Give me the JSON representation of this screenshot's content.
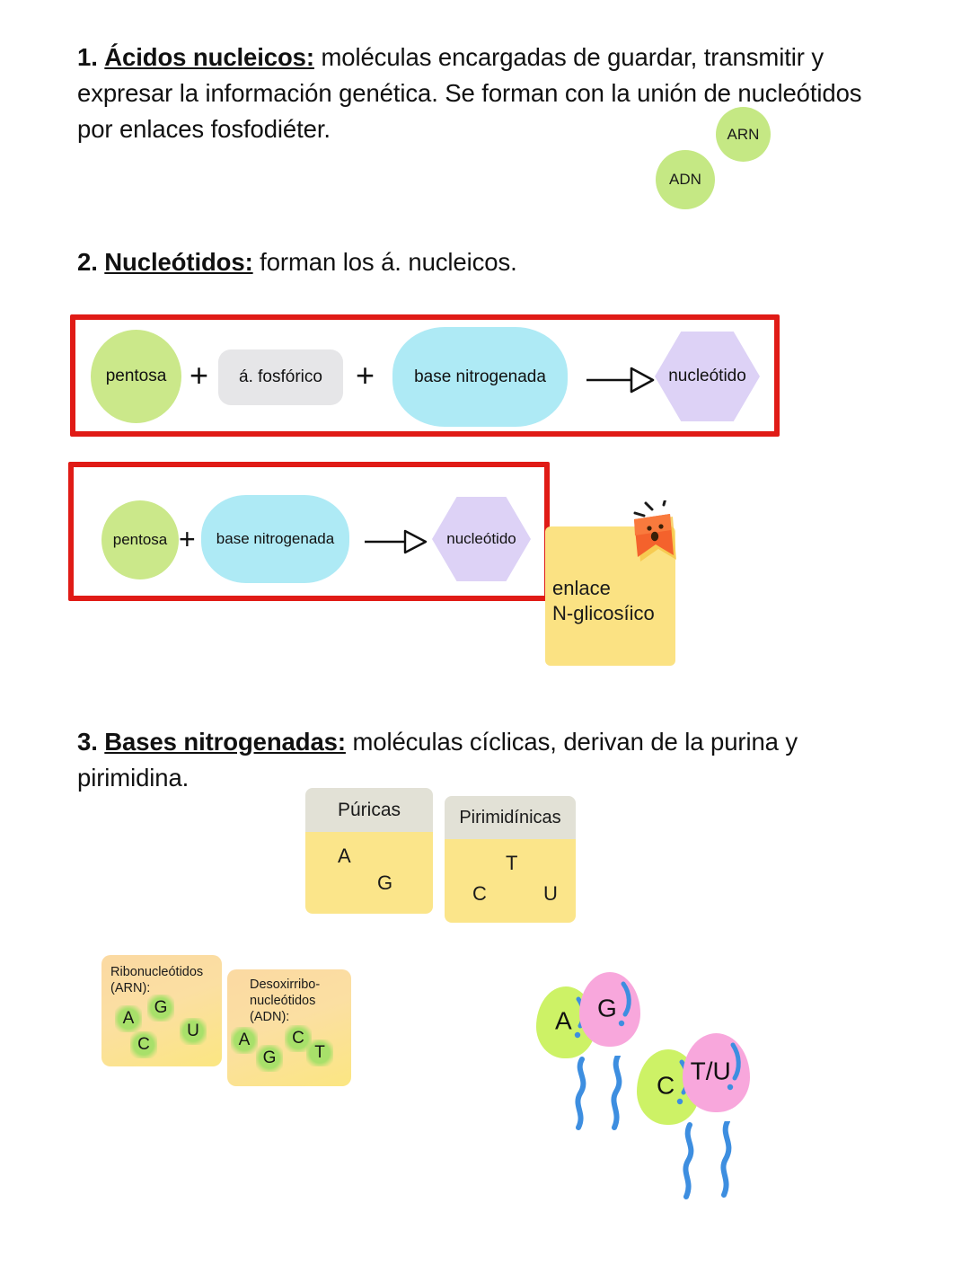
{
  "document": {
    "title": "Ácidos nucleicos — apuntes",
    "language": "es"
  },
  "colors": {
    "red_box": "#e01b16",
    "green_circle": "#cbe88a",
    "gray_shape": "#e6e6e8",
    "cyan_shape": "#aeeaf5",
    "purple_hex": "#ddd2f6",
    "sticky_yellow": "#fbe283",
    "sticker_orange": "#f4622c",
    "card_header_gray": "#e2e1d6",
    "card_body_yellow": "#fbe58a",
    "nucbox_gradient_from": "#fbd9a2",
    "nucbox_gradient_to": "#fbe682",
    "blob_green": "#a8e06a",
    "balloon_green": "#cdf266",
    "balloon_pink": "#f8a7dc",
    "balloon_string_blue": "#3d8ee0"
  },
  "section1": {
    "number": "1.",
    "heading": "Ácidos nucleicos:",
    "body": " moléculas encargadas de guardar, transmitir y expresar la información genética. Se forman con la unión de nucleótidos por enlaces fosfodiéter.",
    "bubbles": [
      {
        "label": "ARN"
      },
      {
        "label": "ADN"
      }
    ]
  },
  "section2": {
    "number": "2.",
    "heading": "Nucleótidos:",
    "body": " forman los á. nucleicos.",
    "box1": {
      "terms": [
        {
          "label": "pentosa",
          "shape": "circle"
        },
        {
          "label": "á. fosfórico",
          "shape": "rounded-rect"
        },
        {
          "label": "base nitrogenada",
          "shape": "oval"
        },
        {
          "label": "nucleótido",
          "shape": "hexagon"
        }
      ],
      "operators": [
        "+",
        "+"
      ],
      "arrow": "→"
    },
    "box2": {
      "terms": [
        {
          "label": "pentosa",
          "shape": "circle"
        },
        {
          "label": "base nitrogenada",
          "shape": "oval"
        },
        {
          "label": "nucleótido",
          "shape": "hexagon"
        }
      ],
      "operators": [
        "+"
      ],
      "arrow": "→"
    },
    "sticky_note": {
      "text": "enlace\nN-glicosíico",
      "sticker": "bookmark-sticker"
    }
  },
  "section3": {
    "number": "3.",
    "heading": "Bases nitrogenadas:",
    "body": " moléculas cíclicas, derivan de la purina y pirimidina.",
    "cards": [
      {
        "title": "Púricas",
        "bases": [
          "A",
          "G"
        ]
      },
      {
        "title": "Pirimidínicas",
        "bases": [
          "T",
          "C",
          "U"
        ]
      }
    ],
    "nucleotide_boxes": [
      {
        "title": "Ribonucleótidos\n(ARN):",
        "bases": [
          "A",
          "G",
          "U",
          "C"
        ]
      },
      {
        "title": "Desoxirribo-\nnucleótidos\n(ADN):",
        "bases": [
          "A",
          "G",
          "C",
          "T"
        ]
      }
    ],
    "balloons": [
      {
        "label": "A",
        "color": "green"
      },
      {
        "label": "G",
        "color": "pink"
      },
      {
        "label": "C",
        "color": "green"
      },
      {
        "label": "T/U",
        "color": "pink"
      }
    ]
  }
}
